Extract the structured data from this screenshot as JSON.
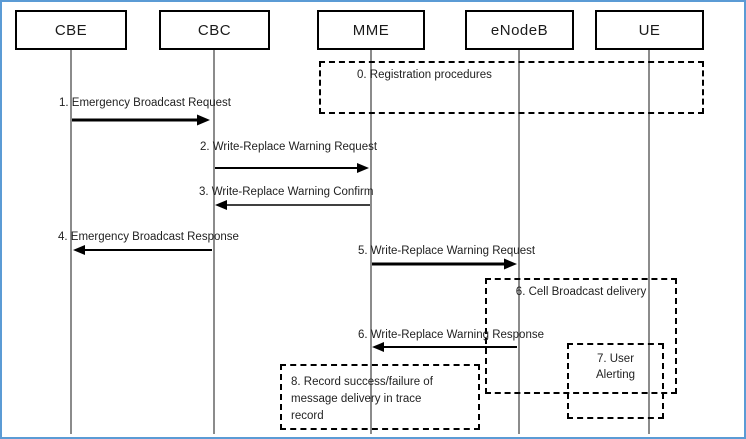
{
  "colors": {
    "frame_border": "#5B9BD5",
    "lifeline": "#6e6e6e",
    "line": "#000000",
    "background": "#ffffff"
  },
  "actors": [
    {
      "label": "CBE"
    },
    {
      "label": "CBC"
    },
    {
      "label": "MME"
    },
    {
      "label": "eNodeB"
    },
    {
      "label": "UE"
    }
  ],
  "messages": [
    {
      "label": "1. Emergency Broadcast Request",
      "from": "CBE",
      "to": "CBC"
    },
    {
      "label": "2. Write-Replace Warning Request",
      "from": "CBC",
      "to": "MME"
    },
    {
      "label": "3. Write-Replace Warning Confirm",
      "from": "MME",
      "to": "CBC"
    },
    {
      "label": "4. Emergency Broadcast Response",
      "from": "CBC",
      "to": "CBE"
    },
    {
      "label": "5. Write-Replace Warning Request",
      "from": "MME",
      "to": "eNodeB"
    },
    {
      "label": "6. Write-Replace Warning Response",
      "from": "eNodeB",
      "to": "MME"
    }
  ],
  "activity_boxes": [
    {
      "label": "0. Registration procedures",
      "spans": "MME-UE"
    },
    {
      "label": "6. Cell Broadcast delivery",
      "spans": "eNodeB-UE"
    },
    {
      "lines": [
        "7. User",
        "Alerting"
      ],
      "spans": "UE"
    },
    {
      "lines": [
        "8. Record success/failure of",
        "message delivery in trace",
        "record"
      ],
      "spans": "MME"
    }
  ]
}
